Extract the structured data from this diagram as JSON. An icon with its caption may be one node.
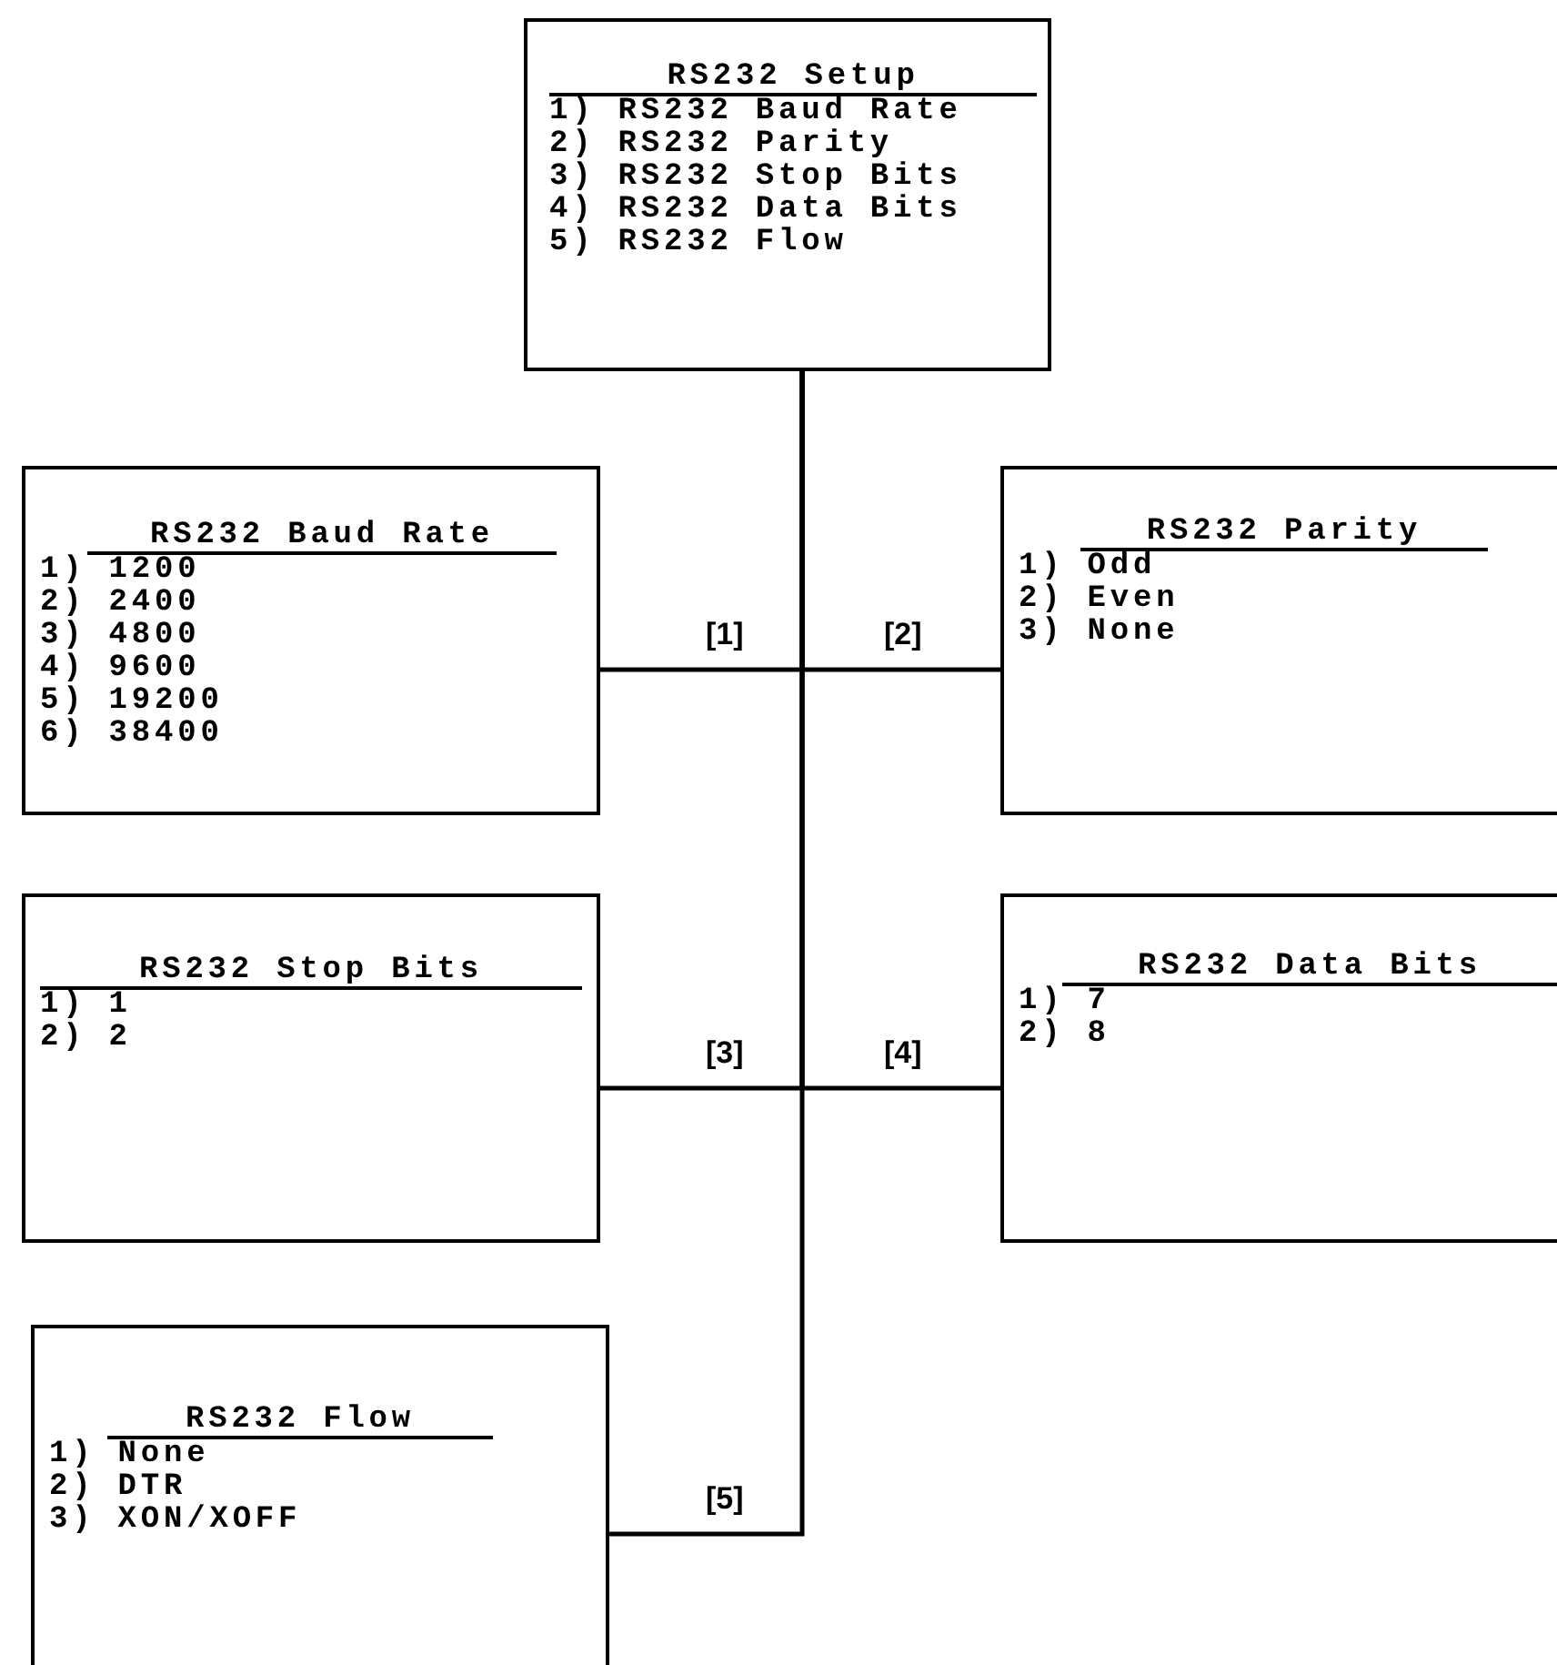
{
  "diagram": {
    "nodes": [
      {
        "text": [
          "RS232 Setup",
          "1) RS232 Baud Rate",
          "2) RS232 Parity",
          "3) RS232 Stop Bits",
          "4) RS232 Data Bits",
          "5) RS232 Flow"
        ]
      },
      {
        "text": [
          "RS232 Baud Rate",
          "1) 1200",
          "2) 2400",
          "3) 4800",
          "4) 9600",
          "5) 19200",
          "6) 38400"
        ]
      },
      {
        "text": [
          "RS232 Parity",
          "1) Odd",
          "2) Even",
          "3) None"
        ]
      },
      {
        "text": [
          "RS232 Stop Bits",
          "1) 1",
          "2) 2"
        ]
      },
      {
        "text": [
          "RS232 Data Bits",
          "1) 7",
          "2) 8"
        ]
      },
      {
        "text": [
          "RS232 Flow",
          "1) None",
          "2) DTR",
          "3) XON/XOFF"
        ]
      }
    ],
    "edges": [
      {
        "from": 0,
        "to": 1,
        "arrow": "none",
        "label": "[1]"
      },
      {
        "from": 0,
        "to": 2,
        "arrow": "none",
        "label": "[2]"
      },
      {
        "from": 0,
        "to": 3,
        "arrow": "none",
        "label": "[3]"
      },
      {
        "from": 0,
        "to": 4,
        "arrow": "none",
        "label": "[4]"
      },
      {
        "from": 0,
        "to": 5,
        "arrow": "none",
        "label": "[5]"
      }
    ]
  }
}
